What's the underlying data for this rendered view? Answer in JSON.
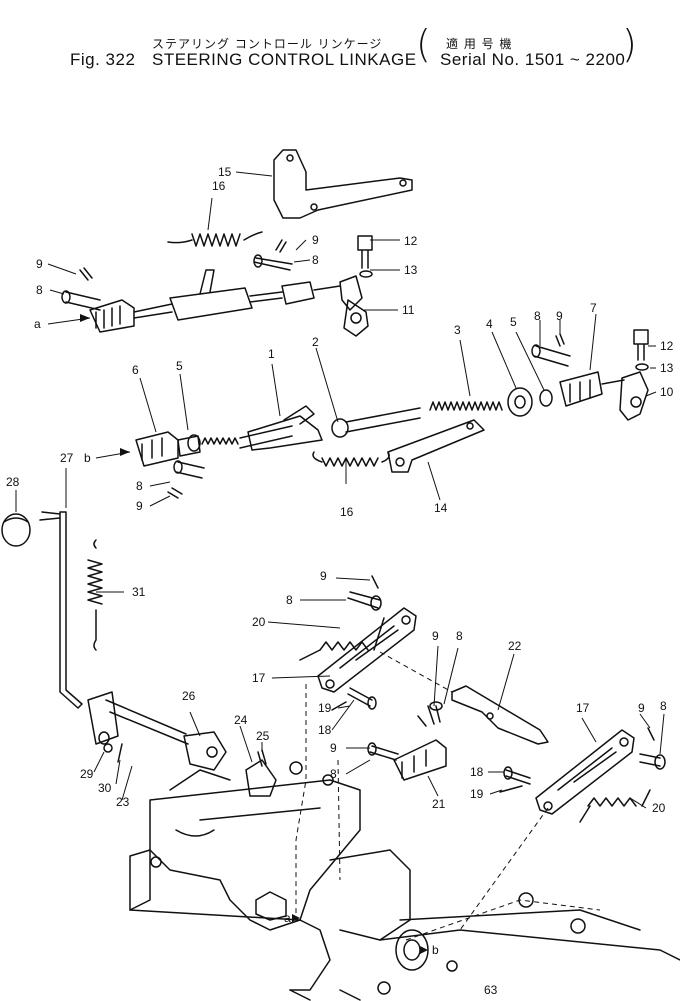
{
  "title": {
    "japanese": "ステアリング コントロール リンケージ",
    "fig_label": "Fig. 322",
    "english": "STEERING CONTROL LINKAGE",
    "serial_japanese": "適 用 号 機",
    "serial_english": "Serial No. 1501 ~ 2200"
  },
  "callouts": {
    "c1": "1",
    "c2": "2",
    "c3": "3",
    "c4": "4",
    "c5": "5",
    "c6": "6",
    "c7": "7",
    "c8": "8",
    "c9": "9",
    "c10": "10",
    "c11": "11",
    "c12": "12",
    "c13": "13",
    "c14": "14",
    "c15": "15",
    "c16": "16",
    "c17": "17",
    "c18": "18",
    "c19": "19",
    "c20": "20",
    "c21": "21",
    "c22": "22",
    "c23": "23",
    "c24": "24",
    "c25": "25",
    "c26": "26",
    "c27": "27",
    "c28": "28",
    "c29": "29",
    "c30": "30",
    "c31": "31",
    "ref_a": "a",
    "ref_b": "b"
  },
  "page_mark": "63"
}
